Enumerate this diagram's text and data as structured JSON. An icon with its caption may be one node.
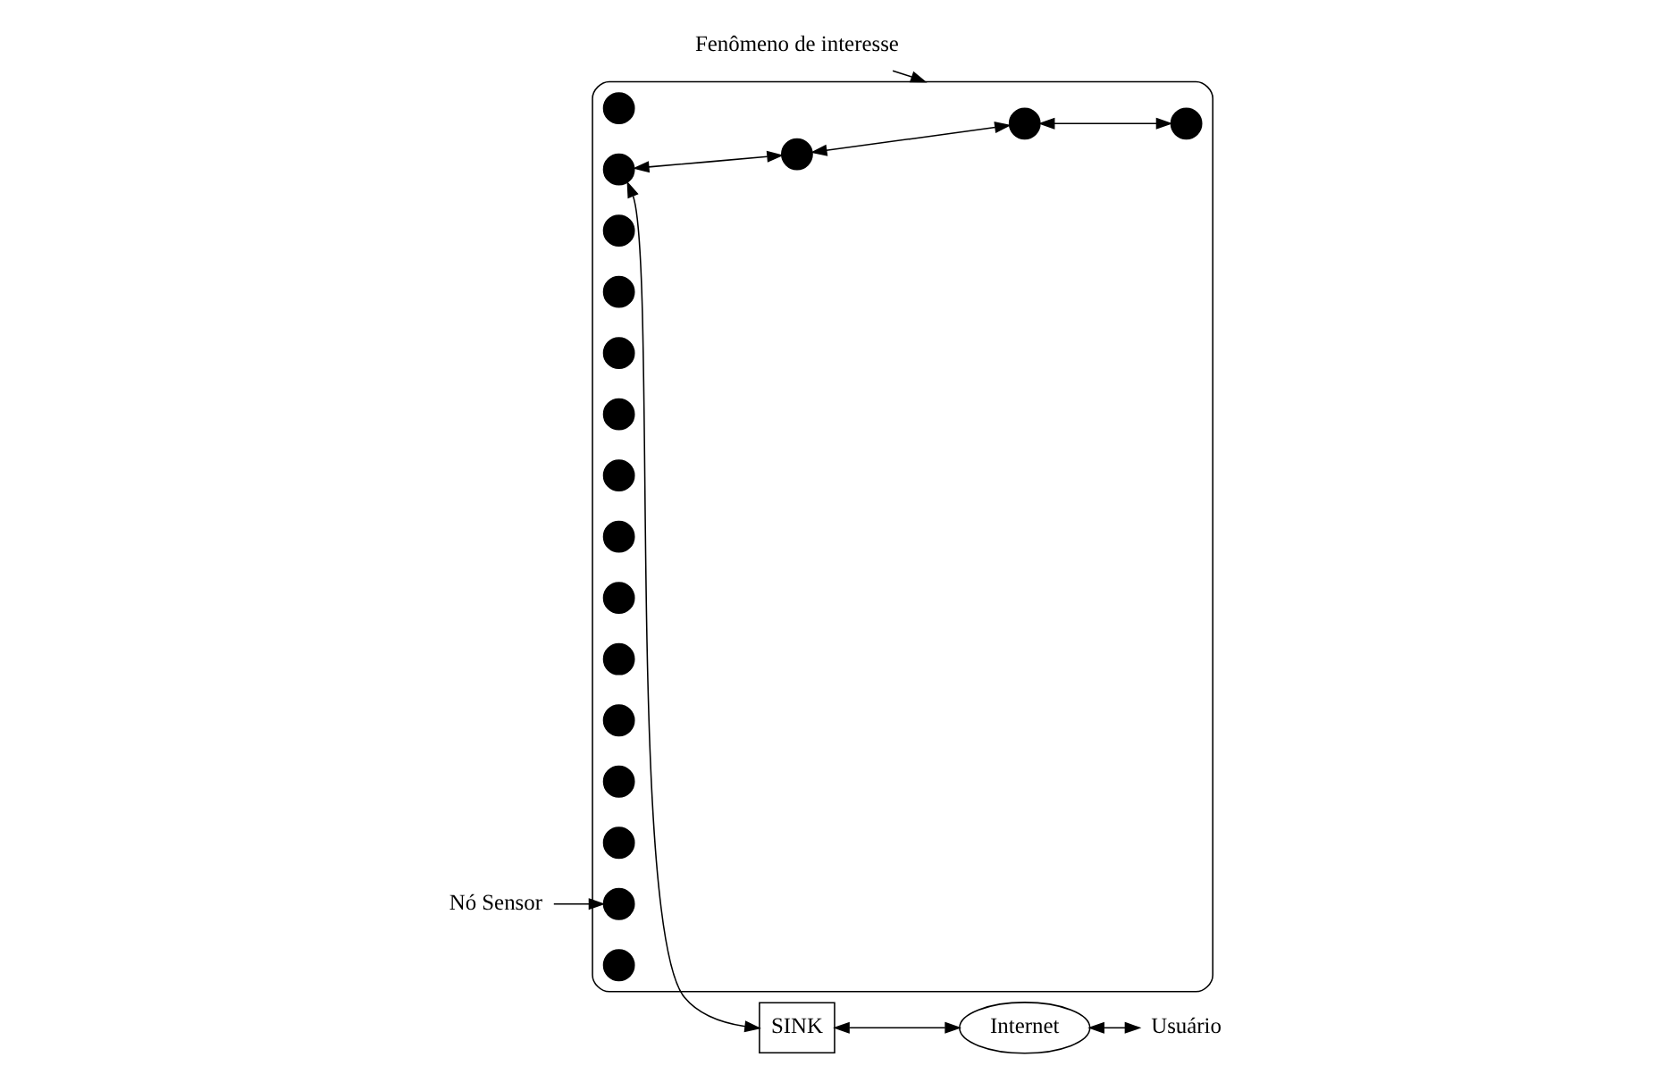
{
  "diagram": {
    "nodes": [
      {
        "text": [
          "SINK"
        ]
      },
      {
        "text": [
          "Internet"
        ]
      },
      {
        "text": [
          "Usuário"
        ]
      },
      {
        "text": [],
        "shape": "cloud"
      },
      {
        "text": [],
        "shape": "circle",
        "in": 3
      },
      {
        "text": [],
        "shape": "circle",
        "in": 3
      },
      {
        "text": [],
        "shape": "circle",
        "in": 3
      },
      {
        "text": [],
        "shape": "circle",
        "in": 3
      },
      {
        "text": [],
        "shape": "circle",
        "in": 3
      },
      {
        "text": [],
        "shape": "circle",
        "in": 3
      },
      {
        "text": [],
        "shape": "circle",
        "in": 3
      },
      {
        "text": [],
        "shape": "circle",
        "in": 3
      },
      {
        "text": [],
        "shape": "circle",
        "in": 3
      },
      {
        "text": [],
        "shape": "circle",
        "in": 3
      },
      {
        "text": [],
        "shape": "circle",
        "in": 3
      },
      {
        "text": [],
        "shape": "circle",
        "in": 3
      },
      {
        "text": [],
        "shape": "circle",
        "in": 3
      },
      {
        "text": [],
        "shape": "circle",
        "in": 3
      },
      {
        "text": [],
        "shape": "circle",
        "in": 3
      },
      {
        "text": [],
        "shape": "circle",
        "in": 3
      },
      {
        "text": [],
        "shape": "circle",
        "in": 3
      },
      {
        "text": [],
        "shape": "circle",
        "in": 3
      },
      {
        "text": [
          "Fenômeno de interesse"
        ]
      },
      {
        "text": [
          "Nó Sensor"
        ]
      }
    ],
    "edges": [
      {
        "from": 5,
        "to": 0,
        "arrow": "both"
      },
      {
        "from": 0,
        "to": 1,
        "arrow": "both"
      },
      {
        "from": 1,
        "to": 2,
        "arrow": "both"
      },
      {
        "from": 5,
        "to": 11,
        "arrow": "both"
      },
      {
        "from": 11,
        "to": 13,
        "arrow": "both"
      },
      {
        "from": 13,
        "to": 21,
        "arrow": "both"
      },
      {
        "from": 22,
        "to": 3,
        "arrow": "to"
      },
      {
        "from": 23,
        "to": 19,
        "arrow": "to"
      }
    ]
  }
}
